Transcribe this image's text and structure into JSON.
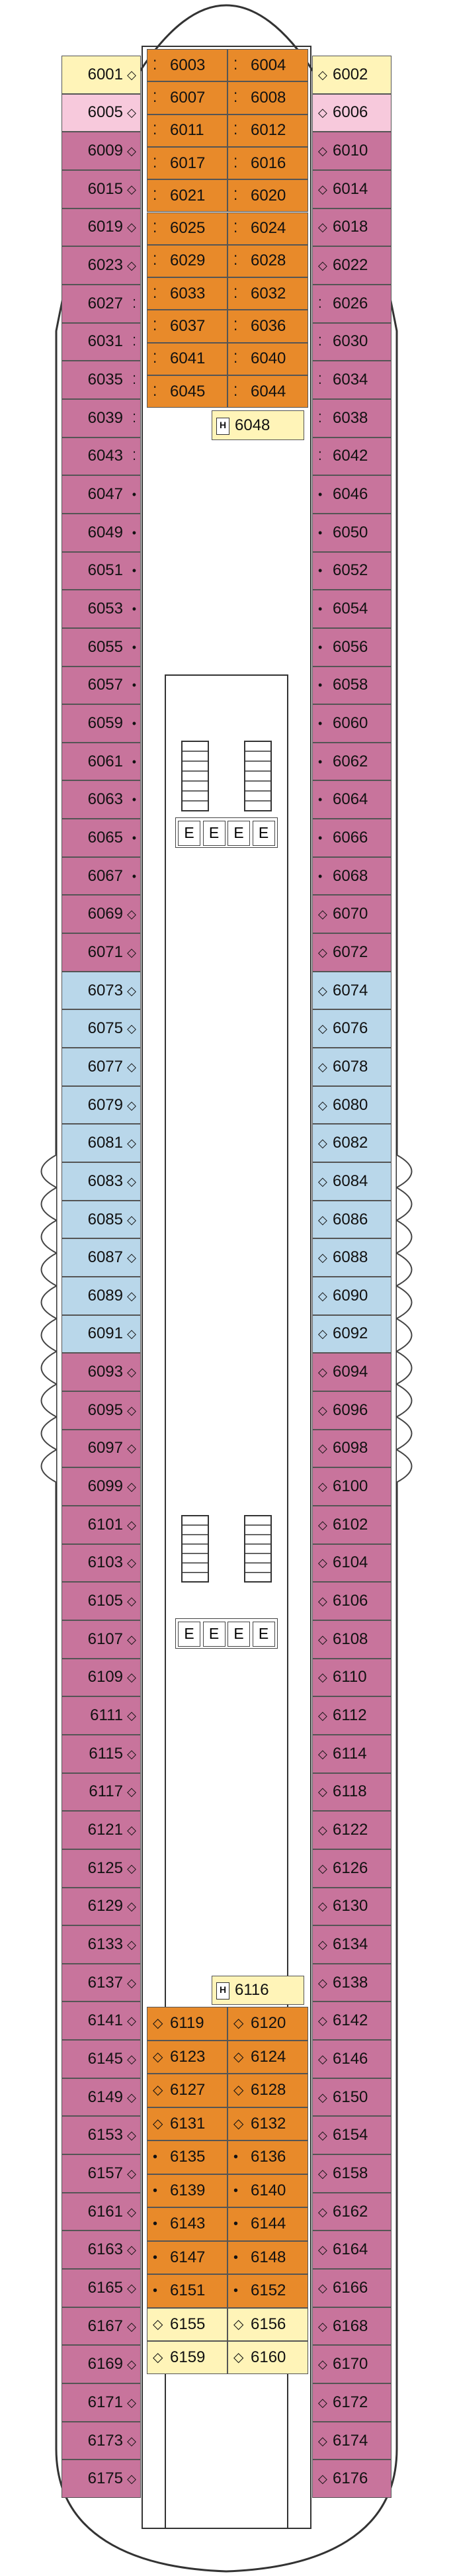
{
  "deck": {
    "colors": {
      "hull_outline": "#333333",
      "balcony": "#c8749c",
      "inside": "#8cc8e8",
      "oceanview_window": "#b9d7ea",
      "suite": "#e88a2a",
      "minisuite": "#fff4b8",
      "accessible": "#f7c9dc",
      "corridor": "#ffffff"
    },
    "elevator_label": "E",
    "hull_symbol": "H",
    "left_cabins": [
      {
        "num": "6001",
        "sym": "◇",
        "cat": "minisuite"
      },
      {
        "num": "6005",
        "sym": "◇",
        "cat": "accessible"
      },
      {
        "num": "6009",
        "sym": "◇",
        "cat": "balcony"
      },
      {
        "num": "6015",
        "sym": "◇",
        "cat": "balcony"
      },
      {
        "num": "6019",
        "sym": "◇",
        "cat": "balcony"
      },
      {
        "num": "6023",
        "sym": "◇",
        "cat": "balcony"
      },
      {
        "num": "6027",
        "sym": "⁚",
        "cat": "balcony"
      },
      {
        "num": "6031",
        "sym": "⁚",
        "cat": "balcony"
      },
      {
        "num": "6035",
        "sym": "⁚",
        "cat": "balcony"
      },
      {
        "num": "6039",
        "sym": "⁚",
        "cat": "balcony"
      },
      {
        "num": "6043",
        "sym": "⁚",
        "cat": "balcony"
      },
      {
        "num": "6047",
        "sym": "•",
        "cat": "balcony"
      },
      {
        "num": "6049",
        "sym": "•",
        "cat": "balcony"
      },
      {
        "num": "6051",
        "sym": "•",
        "cat": "balcony"
      },
      {
        "num": "6053",
        "sym": "•",
        "cat": "balcony"
      },
      {
        "num": "6055",
        "sym": "•",
        "cat": "balcony"
      },
      {
        "num": "6057",
        "sym": "•",
        "cat": "balcony"
      },
      {
        "num": "6059",
        "sym": "•",
        "cat": "balcony"
      },
      {
        "num": "6061",
        "sym": "•",
        "cat": "balcony"
      },
      {
        "num": "6063",
        "sym": "•",
        "cat": "balcony"
      },
      {
        "num": "6065",
        "sym": "•",
        "cat": "balcony"
      },
      {
        "num": "6067",
        "sym": "•",
        "cat": "balcony"
      },
      {
        "num": "6069",
        "sym": "◇",
        "cat": "balcony"
      },
      {
        "num": "6071",
        "sym": "◇",
        "cat": "balcony"
      },
      {
        "num": "6073",
        "sym": "◇",
        "cat": "oceanview_window"
      },
      {
        "num": "6075",
        "sym": "◇",
        "cat": "oceanview_window"
      },
      {
        "num": "6077",
        "sym": "◇",
        "cat": "oceanview_window"
      },
      {
        "num": "6079",
        "sym": "◇",
        "cat": "oceanview_window"
      },
      {
        "num": "6081",
        "sym": "◇",
        "cat": "oceanview_window"
      },
      {
        "num": "6083",
        "sym": "◇",
        "cat": "oceanview_window"
      },
      {
        "num": "6085",
        "sym": "◇",
        "cat": "oceanview_window"
      },
      {
        "num": "6087",
        "sym": "◇",
        "cat": "oceanview_window"
      },
      {
        "num": "6089",
        "sym": "◇",
        "cat": "oceanview_window"
      },
      {
        "num": "6091",
        "sym": "◇",
        "cat": "oceanview_window"
      },
      {
        "num": "6093",
        "sym": "◇",
        "cat": "balcony"
      },
      {
        "num": "6095",
        "sym": "◇",
        "cat": "balcony"
      },
      {
        "num": "6097",
        "sym": "◇",
        "cat": "balcony"
      },
      {
        "num": "6099",
        "sym": "◇",
        "cat": "balcony"
      },
      {
        "num": "6101",
        "sym": "◇",
        "cat": "balcony"
      },
      {
        "num": "6103",
        "sym": "◇",
        "cat": "balcony"
      },
      {
        "num": "6105",
        "sym": "◇",
        "cat": "balcony"
      },
      {
        "num": "6107",
        "sym": "◇",
        "cat": "balcony"
      },
      {
        "num": "6109",
        "sym": "◇",
        "cat": "balcony"
      },
      {
        "num": "6111",
        "sym": "◇",
        "cat": "balcony"
      },
      {
        "num": "6115",
        "sym": "◇",
        "cat": "balcony"
      },
      {
        "num": "6117",
        "sym": "◇",
        "cat": "balcony"
      },
      {
        "num": "6121",
        "sym": "◇",
        "cat": "balcony"
      },
      {
        "num": "6125",
        "sym": "◇",
        "cat": "balcony"
      },
      {
        "num": "6129",
        "sym": "◇",
        "cat": "balcony"
      },
      {
        "num": "6133",
        "sym": "◇",
        "cat": "balcony"
      },
      {
        "num": "6137",
        "sym": "◇",
        "cat": "balcony"
      },
      {
        "num": "6141",
        "sym": "◇",
        "cat": "balcony"
      },
      {
        "num": "6145",
        "sym": "◇",
        "cat": "balcony"
      },
      {
        "num": "6149",
        "sym": "◇",
        "cat": "balcony"
      },
      {
        "num": "6153",
        "sym": "◇",
        "cat": "balcony"
      },
      {
        "num": "6157",
        "sym": "◇",
        "cat": "balcony"
      },
      {
        "num": "6161",
        "sym": "◇",
        "cat": "balcony"
      },
      {
        "num": "6163",
        "sym": "◇",
        "cat": "balcony"
      },
      {
        "num": "6165",
        "sym": "◇",
        "cat": "balcony"
      },
      {
        "num": "6167",
        "sym": "◇",
        "cat": "balcony"
      },
      {
        "num": "6169",
        "sym": "◇",
        "cat": "balcony"
      },
      {
        "num": "6171",
        "sym": "◇",
        "cat": "balcony"
      },
      {
        "num": "6173",
        "sym": "◇",
        "cat": "balcony"
      },
      {
        "num": "6175",
        "sym": "◇",
        "cat": "balcony"
      }
    ],
    "right_cabins": [
      {
        "num": "6002",
        "sym": "◇",
        "cat": "minisuite"
      },
      {
        "num": "6006",
        "sym": "◇",
        "cat": "accessible"
      },
      {
        "num": "6010",
        "sym": "◇",
        "cat": "balcony"
      },
      {
        "num": "6014",
        "sym": "◇",
        "cat": "balcony"
      },
      {
        "num": "6018",
        "sym": "◇",
        "cat": "balcony"
      },
      {
        "num": "6022",
        "sym": "◇",
        "cat": "balcony"
      },
      {
        "num": "6026",
        "sym": "⁚",
        "cat": "balcony"
      },
      {
        "num": "6030",
        "sym": "⁚",
        "cat": "balcony"
      },
      {
        "num": "6034",
        "sym": "⁚",
        "cat": "balcony"
      },
      {
        "num": "6038",
        "sym": "⁚",
        "cat": "balcony"
      },
      {
        "num": "6042",
        "sym": "⁚",
        "cat": "balcony"
      },
      {
        "num": "6046",
        "sym": "•",
        "cat": "balcony"
      },
      {
        "num": "6050",
        "sym": "•",
        "cat": "balcony"
      },
      {
        "num": "6052",
        "sym": "•",
        "cat": "balcony"
      },
      {
        "num": "6054",
        "sym": "•",
        "cat": "balcony"
      },
      {
        "num": "6056",
        "sym": "•",
        "cat": "balcony"
      },
      {
        "num": "6058",
        "sym": "•",
        "cat": "balcony"
      },
      {
        "num": "6060",
        "sym": "•",
        "cat": "balcony"
      },
      {
        "num": "6062",
        "sym": "•",
        "cat": "balcony"
      },
      {
        "num": "6064",
        "sym": "•",
        "cat": "balcony"
      },
      {
        "num": "6066",
        "sym": "•",
        "cat": "balcony"
      },
      {
        "num": "6068",
        "sym": "•",
        "cat": "balcony"
      },
      {
        "num": "6070",
        "sym": "◇",
        "cat": "balcony"
      },
      {
        "num": "6072",
        "sym": "◇",
        "cat": "balcony"
      },
      {
        "num": "6074",
        "sym": "◇",
        "cat": "oceanview_window"
      },
      {
        "num": "6076",
        "sym": "◇",
        "cat": "oceanview_window"
      },
      {
        "num": "6078",
        "sym": "◇",
        "cat": "oceanview_window"
      },
      {
        "num": "6080",
        "sym": "◇",
        "cat": "oceanview_window"
      },
      {
        "num": "6082",
        "sym": "◇",
        "cat": "oceanview_window"
      },
      {
        "num": "6084",
        "sym": "◇",
        "cat": "oceanview_window"
      },
      {
        "num": "6086",
        "sym": "◇",
        "cat": "oceanview_window"
      },
      {
        "num": "6088",
        "sym": "◇",
        "cat": "oceanview_window"
      },
      {
        "num": "6090",
        "sym": "◇",
        "cat": "oceanview_window"
      },
      {
        "num": "6092",
        "sym": "◇",
        "cat": "oceanview_window"
      },
      {
        "num": "6094",
        "sym": "◇",
        "cat": "balcony"
      },
      {
        "num": "6096",
        "sym": "◇",
        "cat": "balcony"
      },
      {
        "num": "6098",
        "sym": "◇",
        "cat": "balcony"
      },
      {
        "num": "6100",
        "sym": "◇",
        "cat": "balcony"
      },
      {
        "num": "6102",
        "sym": "◇",
        "cat": "balcony"
      },
      {
        "num": "6104",
        "sym": "◇",
        "cat": "balcony"
      },
      {
        "num": "6106",
        "sym": "◇",
        "cat": "balcony"
      },
      {
        "num": "6108",
        "sym": "◇",
        "cat": "balcony"
      },
      {
        "num": "6110",
        "sym": "◇",
        "cat": "balcony"
      },
      {
        "num": "6112",
        "sym": "◇",
        "cat": "balcony"
      },
      {
        "num": "6114",
        "sym": "◇",
        "cat": "balcony"
      },
      {
        "num": "6118",
        "sym": "◇",
        "cat": "balcony"
      },
      {
        "num": "6122",
        "sym": "◇",
        "cat": "balcony"
      },
      {
        "num": "6126",
        "sym": "◇",
        "cat": "balcony"
      },
      {
        "num": "6130",
        "sym": "◇",
        "cat": "balcony"
      },
      {
        "num": "6134",
        "sym": "◇",
        "cat": "balcony"
      },
      {
        "num": "6138",
        "sym": "◇",
        "cat": "balcony"
      },
      {
        "num": "6142",
        "sym": "◇",
        "cat": "balcony"
      },
      {
        "num": "6146",
        "sym": "◇",
        "cat": "balcony"
      },
      {
        "num": "6150",
        "sym": "◇",
        "cat": "balcony"
      },
      {
        "num": "6154",
        "sym": "◇",
        "cat": "balcony"
      },
      {
        "num": "6158",
        "sym": "◇",
        "cat": "balcony"
      },
      {
        "num": "6162",
        "sym": "◇",
        "cat": "balcony"
      },
      {
        "num": "6164",
        "sym": "◇",
        "cat": "balcony"
      },
      {
        "num": "6166",
        "sym": "◇",
        "cat": "balcony"
      },
      {
        "num": "6168",
        "sym": "◇",
        "cat": "balcony"
      },
      {
        "num": "6170",
        "sym": "◇",
        "cat": "balcony"
      },
      {
        "num": "6172",
        "sym": "◇",
        "cat": "balcony"
      },
      {
        "num": "6174",
        "sym": "◇",
        "cat": "balcony"
      },
      {
        "num": "6176",
        "sym": "◇",
        "cat": "balcony"
      }
    ],
    "forward_block": [
      [
        "6003",
        "6004"
      ],
      [
        "6007",
        "6008"
      ],
      [
        "6011",
        "6012"
      ],
      [
        "6017",
        "6016"
      ],
      [
        "6021",
        "6020"
      ],
      [
        "6025",
        "6024"
      ],
      [
        "6029",
        "6028"
      ],
      [
        "6033",
        "6032"
      ],
      [
        "6037",
        "6036"
      ],
      [
        "6041",
        "6040"
      ],
      [
        "6045",
        "6044"
      ]
    ],
    "forward_block_sym": "⁚",
    "forward_extra": "6048",
    "aft_extra": "6116",
    "aft_block": [
      [
        "6119",
        "6120"
      ],
      [
        "6123",
        "6124"
      ],
      [
        "6127",
        "6128"
      ],
      [
        "6131",
        "6132"
      ],
      [
        "6135",
        "6136"
      ],
      [
        "6139",
        "6140"
      ],
      [
        "6143",
        "6144"
      ],
      [
        "6147",
        "6148"
      ],
      [
        "6151",
        "6152"
      ]
    ],
    "aft_block_syms": [
      [
        "◇",
        "◇"
      ],
      [
        "◇",
        "◇"
      ],
      [
        "◇",
        "◇"
      ],
      [
        "◇",
        "◇"
      ],
      [
        "•",
        "•"
      ],
      [
        "•",
        "•"
      ],
      [
        "•",
        "•"
      ],
      [
        "•",
        "•"
      ],
      [
        "•",
        "•"
      ]
    ],
    "aft_minisuites": [
      [
        "6155",
        "6156"
      ],
      [
        "6159",
        "6160"
      ]
    ],
    "aft_minisuite_sym": "◇"
  }
}
